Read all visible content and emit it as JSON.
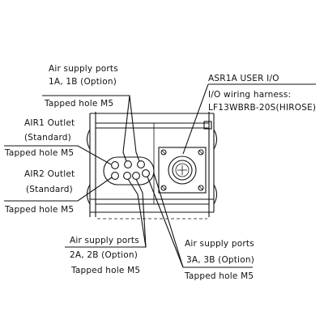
{
  "labels": {
    "air_supply_1ab": {
      "line1": "Air supply ports",
      "line2": "1A, 1B (Option)",
      "line3": "Tapped hole M5"
    },
    "air1_outlet": {
      "line1": "AIR1 Outlet",
      "line2": "(Standard)",
      "line3": "Tapped hole M5"
    },
    "air2_outlet": {
      "line1": "AIR2 Outlet",
      "line2": "(Standard)",
      "line3": "Tapped hole M5"
    },
    "asr1a_user_io": {
      "line1": "ASR1A USER I/O",
      "line2": "I/O wiring harness:",
      "line3": "LF13WBRB-20S(HIROSE)"
    },
    "air_supply_2ab": {
      "line1": "Air supply ports",
      "line2": "2A, 2B (Option)",
      "line3": "Tapped hole M5"
    },
    "air_supply_3ab": {
      "line1": "Air supply ports",
      "line2": "3A, 3B (Option)",
      "line3": "Tapped hole M5"
    }
  }
}
